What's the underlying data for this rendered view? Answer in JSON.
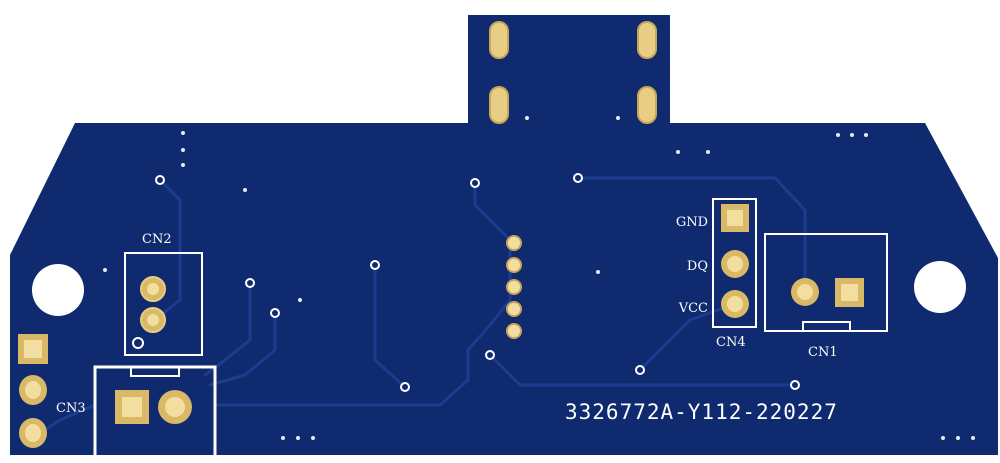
{
  "board": {
    "part_number": "3326772A-Y112-220227",
    "colors": {
      "substrate": "#0f2a6e",
      "trace": "#1b3a8c",
      "pad": "#d9b867",
      "pad_inner": "#f2dfa0",
      "silkscreen": "#ffffff",
      "background": "#ffffff"
    }
  },
  "connectors": {
    "cn1": {
      "label": "CN1"
    },
    "cn2": {
      "label": "CN2"
    },
    "cn3": {
      "label": "CN3"
    },
    "cn4": {
      "label": "CN4",
      "pins": [
        "GND",
        "DQ",
        "VCC"
      ]
    }
  }
}
